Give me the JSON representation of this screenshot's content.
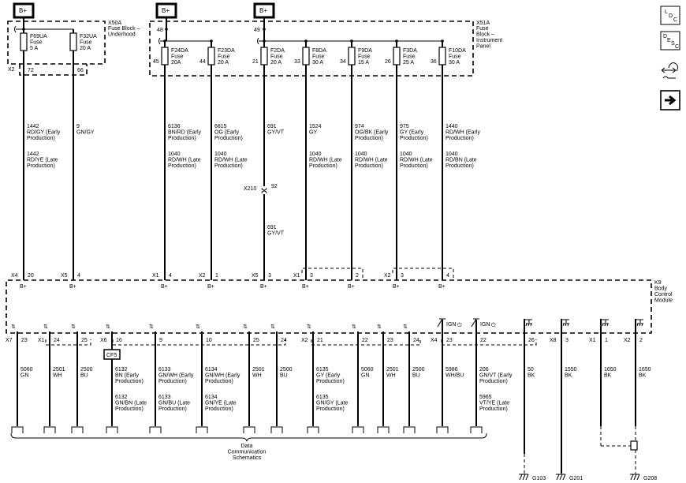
{
  "power_label": "B+",
  "x50a": {
    "name": "X50A",
    "lines": [
      "Fuse Block –",
      "Underhood"
    ],
    "connector": "X2"
  },
  "x51a": {
    "name": "X51A",
    "lines": [
      "Fuse",
      "Block –",
      "Instrument",
      "Panel"
    ],
    "bus_pins": [
      "48",
      "49"
    ]
  },
  "bcm": {
    "lines": [
      "K9",
      "Body",
      "Control",
      "Module"
    ],
    "input_label": "B+",
    "ign_label": "IGN"
  },
  "top_wires": [
    {
      "fuse": [
        "F69UA",
        "Fuse",
        "5 A"
      ],
      "fuse_pin": "72",
      "circuit_a": [
        "1442",
        "RD/GY (Early",
        "Production)"
      ],
      "circuit_b": [
        "1442",
        "RD/YE (Late",
        "Production)"
      ],
      "bcm_conn": "X4",
      "bcm_pin": "20"
    },
    {
      "fuse": [
        "F32UA",
        "Fuse",
        "20 A"
      ],
      "fuse_pin": "66",
      "circuit_a": [
        "9",
        "GN/GY"
      ],
      "circuit_b": [],
      "bcm_conn": "X5",
      "bcm_pin": "4"
    },
    {
      "fuse": [
        "F24DA",
        "Fuse",
        "20A"
      ],
      "fuse_pin": "45",
      "circuit_a": [
        "6136",
        "BN/RD (Early",
        "Production)"
      ],
      "circuit_b": [
        "1040",
        "RD/WH (Late",
        "Production)"
      ],
      "bcm_conn": "X1",
      "bcm_pin": "4"
    },
    {
      "fuse": [
        "F23DA",
        "Fuse",
        "20 A"
      ],
      "fuse_pin": "44",
      "circuit_a": [
        "6815",
        "OG (Early",
        "Production)"
      ],
      "circuit_b": [
        "1040",
        "RD/WH (Late",
        "Production)"
      ],
      "bcm_conn": "X2",
      "bcm_pin": "1"
    },
    {
      "fuse": [
        "F2DA",
        "Fuse",
        "20 A"
      ],
      "fuse_pin": "21",
      "circuit_a": [
        "691",
        "GY/VT"
      ],
      "circuit_b": [],
      "inline_conn": "X210",
      "inline_pin": "92",
      "circuit_c": [
        "691",
        "GY/VT"
      ],
      "bcm_conn": "X5",
      "bcm_pin": "3"
    },
    {
      "fuse": [
        "F8DA",
        "Fuse",
        "30 A"
      ],
      "fuse_pin": "33",
      "circuit_a": [
        "1524",
        "GY"
      ],
      "circuit_b": [
        "1040",
        "RD/WH (Late",
        "Production)"
      ],
      "bcm_conn": "X1",
      "bcm_pin": "3"
    },
    {
      "fuse": [
        "F9DA",
        "Fuse",
        "15 A"
      ],
      "fuse_pin": "34",
      "circuit_a": [
        "974",
        "OG/BK (Early",
        "Production)"
      ],
      "circuit_b": [
        "1040",
        "RD/WH (Late",
        "Production)"
      ],
      "bcm_conn": "",
      "bcm_pin": "2"
    },
    {
      "fuse": [
        "F3DA",
        "Fuse",
        "25 A"
      ],
      "fuse_pin": "26",
      "circuit_a": [
        "975",
        "GY (Early",
        "Production)"
      ],
      "circuit_b": [
        "1040",
        "RD/WH (Late",
        "Production)"
      ],
      "bcm_conn": "X2",
      "bcm_pin": "3"
    },
    {
      "fuse": [
        "F10DA",
        "Fuse",
        "30 A"
      ],
      "fuse_pin": "36",
      "circuit_a": [
        "1440",
        "RD/WH (Early",
        "Production)"
      ],
      "circuit_b": [
        "1040",
        "RD/BN (Late",
        "Production)"
      ],
      "bcm_conn": "",
      "bcm_pin": "4"
    }
  ],
  "bottom_wires": [
    {
      "conn": "X7",
      "pin": "23",
      "type": "data",
      "circuit_a": [
        "5060",
        "GN"
      ],
      "circuit_b": []
    },
    {
      "conn": "X1",
      "pin": "24",
      "type": "data",
      "circuit_a": [
        "2501",
        "WH"
      ],
      "circuit_b": []
    },
    {
      "conn": "",
      "pin": "25",
      "type": "data",
      "circuit_a": [
        "2500",
        "BU"
      ],
      "circuit_b": []
    },
    {
      "conn": "X6",
      "pin": "16",
      "type": "data",
      "circuit_a": [
        "6132",
        "BN (Early",
        "Production)"
      ],
      "circuit_b": [
        "6132",
        "GN/BN (Late",
        "Production)"
      ],
      "tag": "CF5"
    },
    {
      "conn": "",
      "pin": "9",
      "type": "data",
      "circuit_a": [
        "6133",
        "GN/WH (Early",
        "Production)"
      ],
      "circuit_b": [
        "6133",
        "GN/BU (Late",
        "Production)"
      ]
    },
    {
      "conn": "",
      "pin": "10",
      "type": "data",
      "circuit_a": [
        "6134",
        "GN/WH (Early",
        "Production)"
      ],
      "circuit_b": [
        "6134",
        "GN/YE (Late",
        "Production)"
      ]
    },
    {
      "conn": "",
      "pin": "25",
      "type": "data",
      "circuit_a": [
        "2501",
        "WH"
      ],
      "circuit_b": []
    },
    {
      "conn": "",
      "pin": "24",
      "type": "data",
      "circuit_a": [
        "2500",
        "BU"
      ],
      "circuit_b": []
    },
    {
      "conn": "X2",
      "pin": "21",
      "type": "data",
      "circuit_a": [
        "6135",
        "GY (Early",
        "Production)"
      ],
      "circuit_b": [
        "6135",
        "GN/GY (Late",
        "Production)"
      ]
    },
    {
      "conn": "",
      "pin": "22",
      "type": "data",
      "circuit_a": [
        "5060",
        "GN"
      ],
      "circuit_b": []
    },
    {
      "conn": "",
      "pin": "23",
      "type": "data",
      "circuit_a": [
        "2501",
        "WH"
      ],
      "circuit_b": []
    },
    {
      "conn": "",
      "pin": "24",
      "type": "data",
      "circuit_a": [
        "2500",
        "BU"
      ],
      "circuit_b": []
    },
    {
      "conn": "X4",
      "pin": "23",
      "type": "ign",
      "circuit_a": [
        "5986",
        "WH/BU"
      ],
      "circuit_b": []
    },
    {
      "conn": "",
      "pin": "22",
      "type": "ign",
      "circuit_a": [
        "206",
        "GN/VT (Early",
        "Production)"
      ],
      "circuit_b": [
        "5965",
        "VT/YE (Late",
        "Production)"
      ]
    },
    {
      "conn": "",
      "pin": "26",
      "type": "ground",
      "circuit_a": [
        "50",
        "BK"
      ],
      "circuit_b": [],
      "ground": "G103"
    },
    {
      "conn": "X8",
      "pin": "3",
      "type": "ground",
      "circuit_a": [
        "1550",
        "BK"
      ],
      "circuit_b": [],
      "ground": "G201"
    },
    {
      "conn": "X1",
      "pin": "1",
      "type": "ground",
      "circuit_a": [
        "1650",
        "BK"
      ],
      "circuit_b": []
    },
    {
      "conn": "X2",
      "pin": "2",
      "type": "ground",
      "circuit_a": [
        "1650",
        "BK"
      ],
      "circuit_b": [],
      "ground": "G208"
    }
  ],
  "data_comm": [
    "Data",
    "Communication",
    "Schematics"
  ],
  "side_icons": {
    "ldc": [
      "L",
      "D",
      "C"
    ],
    "desc": [
      "D",
      "E",
      "S",
      "C"
    ]
  }
}
